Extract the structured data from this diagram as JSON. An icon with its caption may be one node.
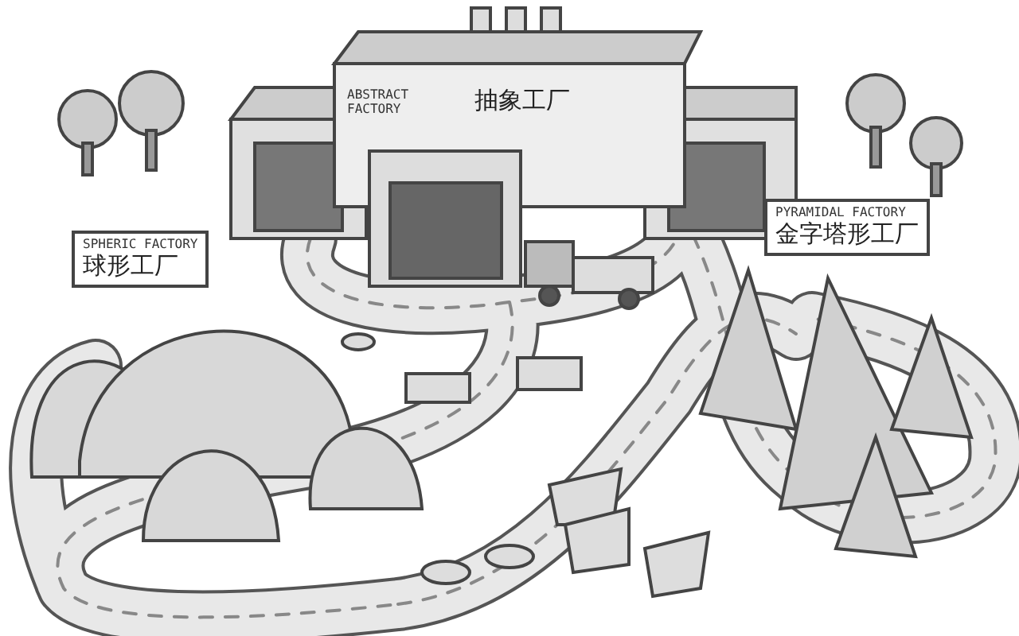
{
  "diagram": {
    "nodes": [
      {
        "text": [
          "ABSTRACT FACTORY",
          "抽象工厂"
        ]
      },
      {
        "text": [
          "SPHERIC FACTORY",
          "球形工厂"
        ]
      },
      {
        "text": [
          "PYRAMIDAL FACTORY",
          "金字塔形工厂"
        ]
      }
    ]
  }
}
